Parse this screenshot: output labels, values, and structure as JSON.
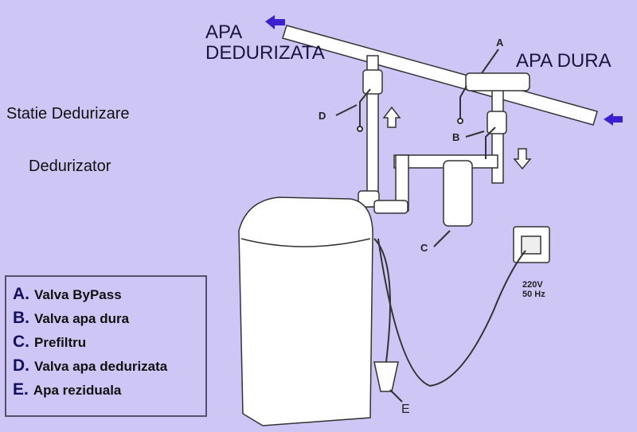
{
  "labels": {
    "out": "APA\nDEDURIZATA",
    "out_line1": "APA",
    "out_line2": "DEDURIZATA",
    "in": "APA DURA",
    "title1": "Statie Dedurizare",
    "title2": "Dedurizator",
    "power1": "220V",
    "power2": "50 Hz"
  },
  "markers": [
    "A",
    "B",
    "C",
    "D",
    "E"
  ],
  "legend": [
    {
      "key": "A.",
      "text": "Valva ByPass"
    },
    {
      "key": "B.",
      "text": "Valva apa dura"
    },
    {
      "key": "C.",
      "text": "Prefiltru"
    },
    {
      "key": "D.",
      "text": "Valva apa dedurizata"
    },
    {
      "key": "E.",
      "text": "Apa reziduala"
    }
  ],
  "colors": {
    "background": "#cec6f4",
    "arrow": "#3a20d0",
    "pipe": "#ffffff",
    "outline": "#333333"
  }
}
